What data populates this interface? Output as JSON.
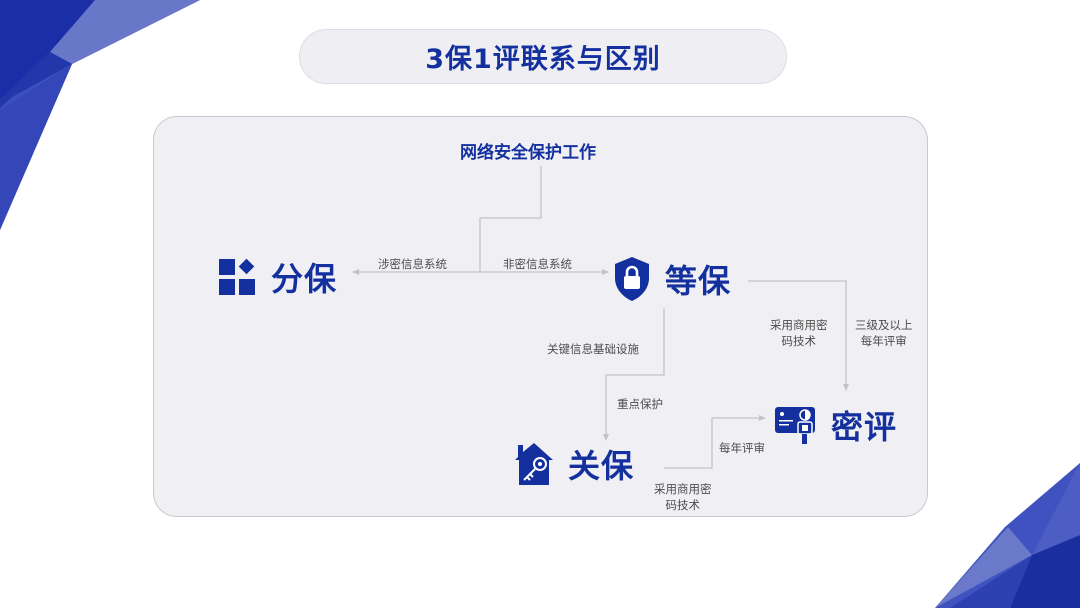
{
  "title": "3保1评联系与区别",
  "colors": {
    "brand": "#14309e",
    "panel_bg": "#f0eff3",
    "connector": "#c4c4c4",
    "label_text": "#4d4d4d"
  },
  "diagram": {
    "root": {
      "label": "网络安全保护工作"
    },
    "nodes": [
      {
        "id": "fenbao",
        "label": "分保",
        "icon": "grid-blocks-icon"
      },
      {
        "id": "dengbao",
        "label": "等保",
        "icon": "shield-lock-icon"
      },
      {
        "id": "guanbao",
        "label": "关保",
        "icon": "house-key-icon"
      },
      {
        "id": "mipin",
        "label": "密评",
        "icon": "card-person-icon"
      }
    ],
    "edges": [
      {
        "from": "root",
        "to": "fenbao",
        "label": "涉密信息系统"
      },
      {
        "from": "root",
        "to": "dengbao",
        "label": "非密信息系统"
      },
      {
        "from": "dengbao",
        "to": "guanbao",
        "label": "关键信息基础设施",
        "label2": "重点保护"
      },
      {
        "from": "dengbao",
        "to": "mipin",
        "label_left": [
          "采用商用密",
          "码技术"
        ],
        "label_right": [
          "三级及以上",
          "每年评审"
        ]
      },
      {
        "from": "guanbao",
        "to": "mipin",
        "label_top": "每年评审",
        "label_bottom": [
          "采用商用密",
          "码技术"
        ]
      }
    ]
  }
}
